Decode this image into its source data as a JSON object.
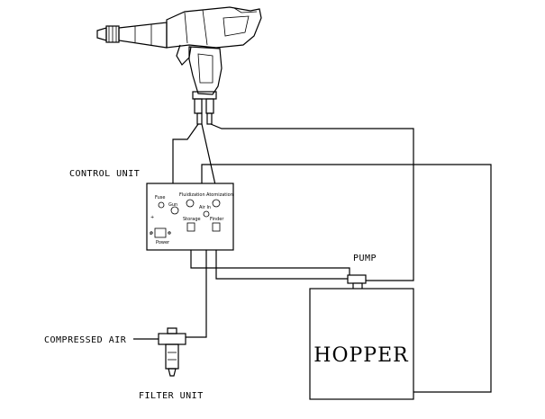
{
  "labels": {
    "control_unit": "CONTROL UNIT",
    "pump": "PUMP",
    "hopper": "HOPPER",
    "compressed_air": "COMPRESSED AIR",
    "filter_unit": "FILTER UNIT"
  },
  "panel": {
    "fuse": "Fuse",
    "gun": "Gun",
    "fluidization": "Fluidization",
    "atomization": "Atomization",
    "air_in": "Air In",
    "storage": "Storage",
    "finder": "Finder",
    "power": "Power",
    "plus": "+",
    "minus": "-"
  }
}
